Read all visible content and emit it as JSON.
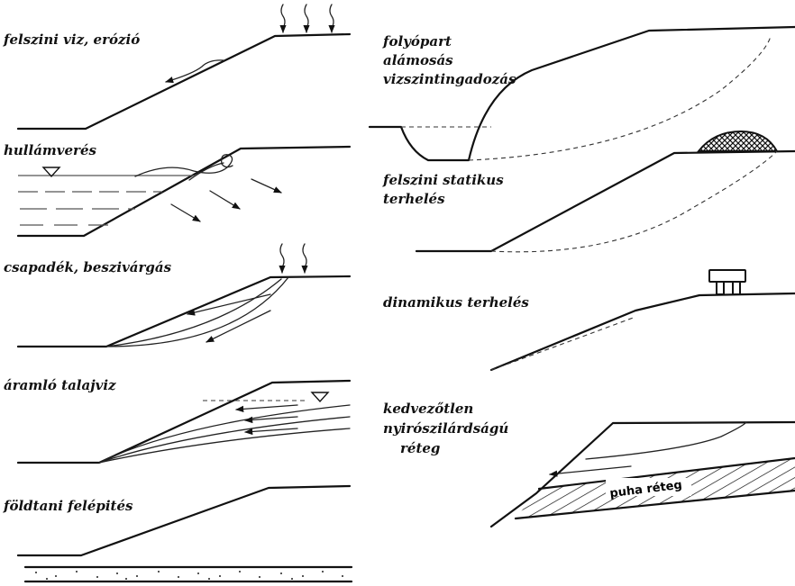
{
  "labels": {
    "surface_water": "felszini viz, erózió",
    "wave_action": "hullámverés",
    "precipitation": "csapadék, beszivárgás",
    "groundwater_flow": "áramló talajviz",
    "geology": "földtani felépités",
    "riverbank_line1": "folyópart",
    "riverbank_line2": "alámosás",
    "riverbank_line3": "vizszintingadozás",
    "static_load_line1": "felszini statikus",
    "static_load_line2": "terhelés",
    "dynamic_load": "dinamikus terhelés",
    "weak_layer_line1": "kedvezőtlen",
    "weak_layer_line2": "nyirószilárdságú",
    "weak_layer_line3": "réteg",
    "soft_layer": "puha réteg"
  },
  "icons": [
    "rain-arrow-icon",
    "water-level-triangle-icon",
    "flow-arrow-icon",
    "load-pile-icon",
    "vehicle-icon"
  ]
}
